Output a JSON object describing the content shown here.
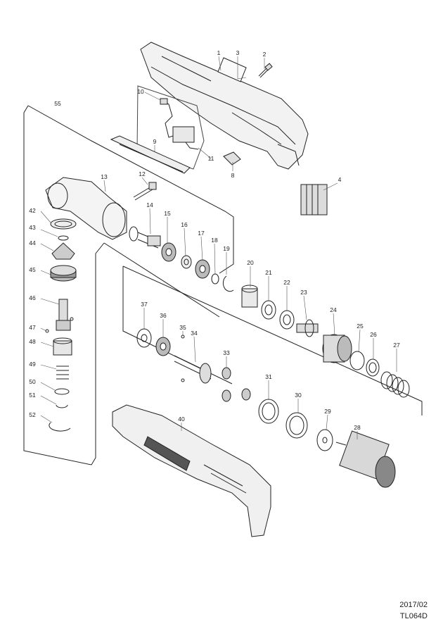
{
  "footer": {
    "date": "2017/02",
    "model": "TL064D"
  },
  "parts": [
    {
      "no": "1"
    },
    {
      "no": "2"
    },
    {
      "no": "3"
    },
    {
      "no": "4"
    },
    {
      "no": "8"
    },
    {
      "no": "9"
    },
    {
      "no": "10"
    },
    {
      "no": "11"
    },
    {
      "no": "12"
    },
    {
      "no": "13"
    },
    {
      "no": "14"
    },
    {
      "no": "15"
    },
    {
      "no": "16"
    },
    {
      "no": "17"
    },
    {
      "no": "18"
    },
    {
      "no": "19"
    },
    {
      "no": "20"
    },
    {
      "no": "21"
    },
    {
      "no": "22"
    },
    {
      "no": "23"
    },
    {
      "no": "24"
    },
    {
      "no": "25"
    },
    {
      "no": "26"
    },
    {
      "no": "27"
    },
    {
      "no": "28"
    },
    {
      "no": "29"
    },
    {
      "no": "30"
    },
    {
      "no": "31"
    },
    {
      "no": "33"
    },
    {
      "no": "34"
    },
    {
      "no": "35"
    },
    {
      "no": "36"
    },
    {
      "no": "37"
    },
    {
      "no": "40"
    },
    {
      "no": "42"
    },
    {
      "no": "43"
    },
    {
      "no": "44"
    },
    {
      "no": "45"
    },
    {
      "no": "46"
    },
    {
      "no": "47"
    },
    {
      "no": "48"
    },
    {
      "no": "49"
    },
    {
      "no": "50"
    },
    {
      "no": "51"
    },
    {
      "no": "52"
    },
    {
      "no": "55"
    }
  ]
}
